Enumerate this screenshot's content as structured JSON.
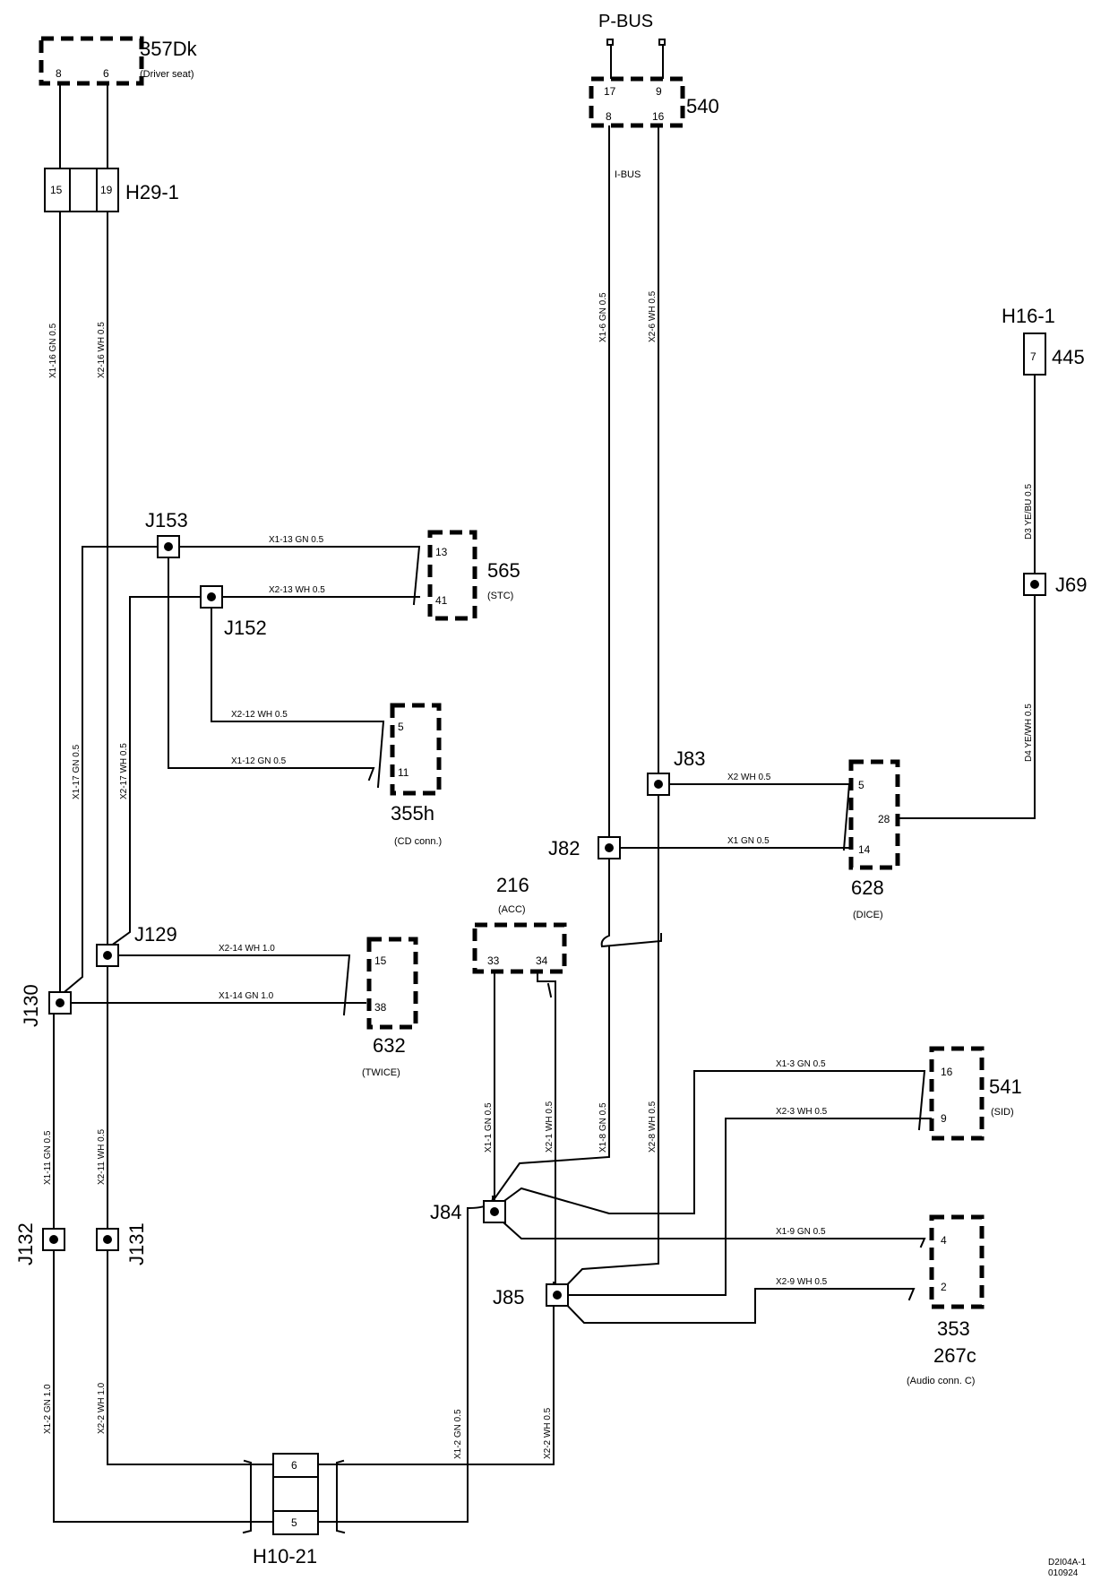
{
  "components": {
    "c357": {
      "id": "357Dk",
      "desc": "(Driver seat)",
      "pins": [
        "8",
        "6"
      ]
    },
    "c540": {
      "id": "540",
      "pins": [
        "17",
        "9",
        "8",
        "16"
      ]
    },
    "pbus": "P-BUS",
    "ibus": "I-BUS",
    "c565": {
      "id": "565",
      "desc": "(STC)",
      "pins": [
        "13",
        "41"
      ]
    },
    "c355": {
      "id": "355h",
      "desc": "(CD conn.)",
      "pins": [
        "5",
        "11"
      ]
    },
    "c632": {
      "id": "632",
      "desc": "(TWICE)",
      "pins": [
        "15",
        "38"
      ]
    },
    "c216": {
      "id": "216",
      "desc": "(ACC)",
      "pins": [
        "33",
        "34"
      ]
    },
    "c628": {
      "id": "628",
      "desc": "(DICE)",
      "pins": [
        "5",
        "28",
        "14"
      ]
    },
    "c541": {
      "id": "541",
      "desc": "(SID)",
      "pins": [
        "16",
        "9"
      ]
    },
    "c353": {
      "id": "353",
      "id2": "267c",
      "desc": "(Audio conn. C)",
      "pins": [
        "4",
        "2"
      ]
    },
    "c445": {
      "id": "445"
    }
  },
  "connectors": {
    "h29": {
      "id": "H29-1",
      "pins": [
        "15",
        "19"
      ]
    },
    "h16": {
      "id": "H16-1",
      "pin": "7"
    },
    "h10": {
      "id": "H10-21",
      "pins": [
        "6",
        "5"
      ]
    }
  },
  "junctions": {
    "j153": "J153",
    "j152": "J152",
    "j129": "J129",
    "j130": "J130",
    "j132": "J132",
    "j131": "J131",
    "j82": "J82",
    "j83": "J83",
    "j69": "J69",
    "j84": "J84",
    "j85": "J85"
  },
  "wires": {
    "v1": "X1-16   GN   0.5",
    "v2": "X2-16   WH   0.5",
    "v3": "X1-6   GN   0.5",
    "v4": "X2-6   WH   0.5",
    "v5": "D3   YE/BU   0.5",
    "v6": "D4   YE/WH   0.5",
    "v7": "X1-17   GN   0.5",
    "v8": "X2-17   WH   0.5",
    "v9": "X1-11   GN   0.5",
    "v10": "X2-11   WH   0.5",
    "v11": "X1-2   GN   1.0",
    "v12": "X2-2   WH   1.0",
    "v13": "X1-1   GN   0.5",
    "v14": "X2-1   WH   0.5",
    "v15": "X1-8   GN   0.5",
    "v16": "X2-8   WH   0.5",
    "v17": "X1-2   GN   0.5",
    "v18": "X2-2   WH   0.5",
    "h1": "X1-13   GN   0.5",
    "h2": "X2-13   WH   0.5",
    "h3": "X2-12   WH   0.5",
    "h4": "X1-12   GN   0.5",
    "h5": "X2-14   WH   1.0",
    "h6": "X1-14   GN   1.0",
    "h7": "X2   WH   0.5",
    "h8": "X1   GN   0.5",
    "h9": "X1-3   GN   0.5",
    "h10": "X2-3   WH   0.5",
    "h11": "X1-9   GN   0.5",
    "h12": "X2-9   WH   0.5"
  },
  "footer": {
    "code": "D2I04A-1",
    "date": "010924"
  }
}
